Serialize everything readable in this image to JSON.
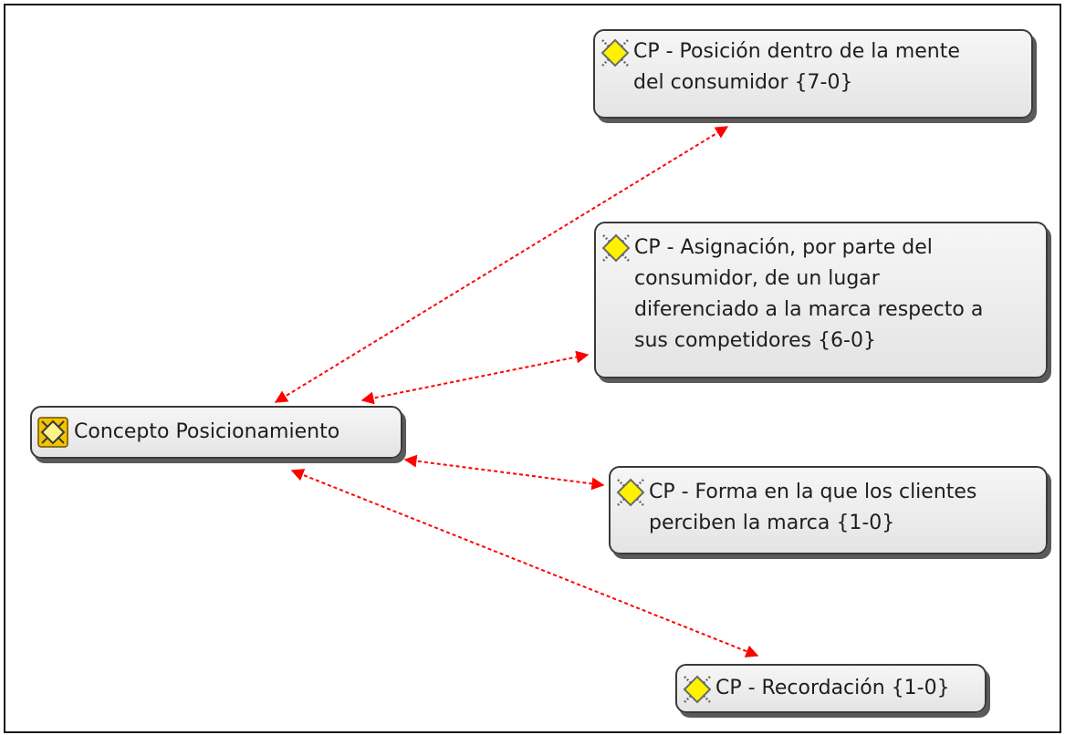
{
  "diagram": {
    "central": {
      "label": "Concepto Posicionamiento",
      "icon": "code-family-icon"
    },
    "codes": [
      {
        "label_lines": [
          "CP - Posición dentro de la mente",
          "del consumidor {7-0}"
        ],
        "icon": "code-icon"
      },
      {
        "label_lines": [
          "CP - Asignación, por parte del",
          "consumidor, de un lugar",
          "diferenciado a la marca respecto a",
          "sus competidores {6-0}"
        ],
        "icon": "code-icon"
      },
      {
        "label_lines": [
          "CP - Forma en la que los clientes",
          "perciben la marca {1-0}"
        ],
        "icon": "code-icon"
      },
      {
        "label_lines": [
          "CP - Recordación {1-0}"
        ],
        "icon": "code-icon"
      }
    ],
    "link_color": "#ff0000",
    "link_style": "dashed, double-headed arrows"
  }
}
